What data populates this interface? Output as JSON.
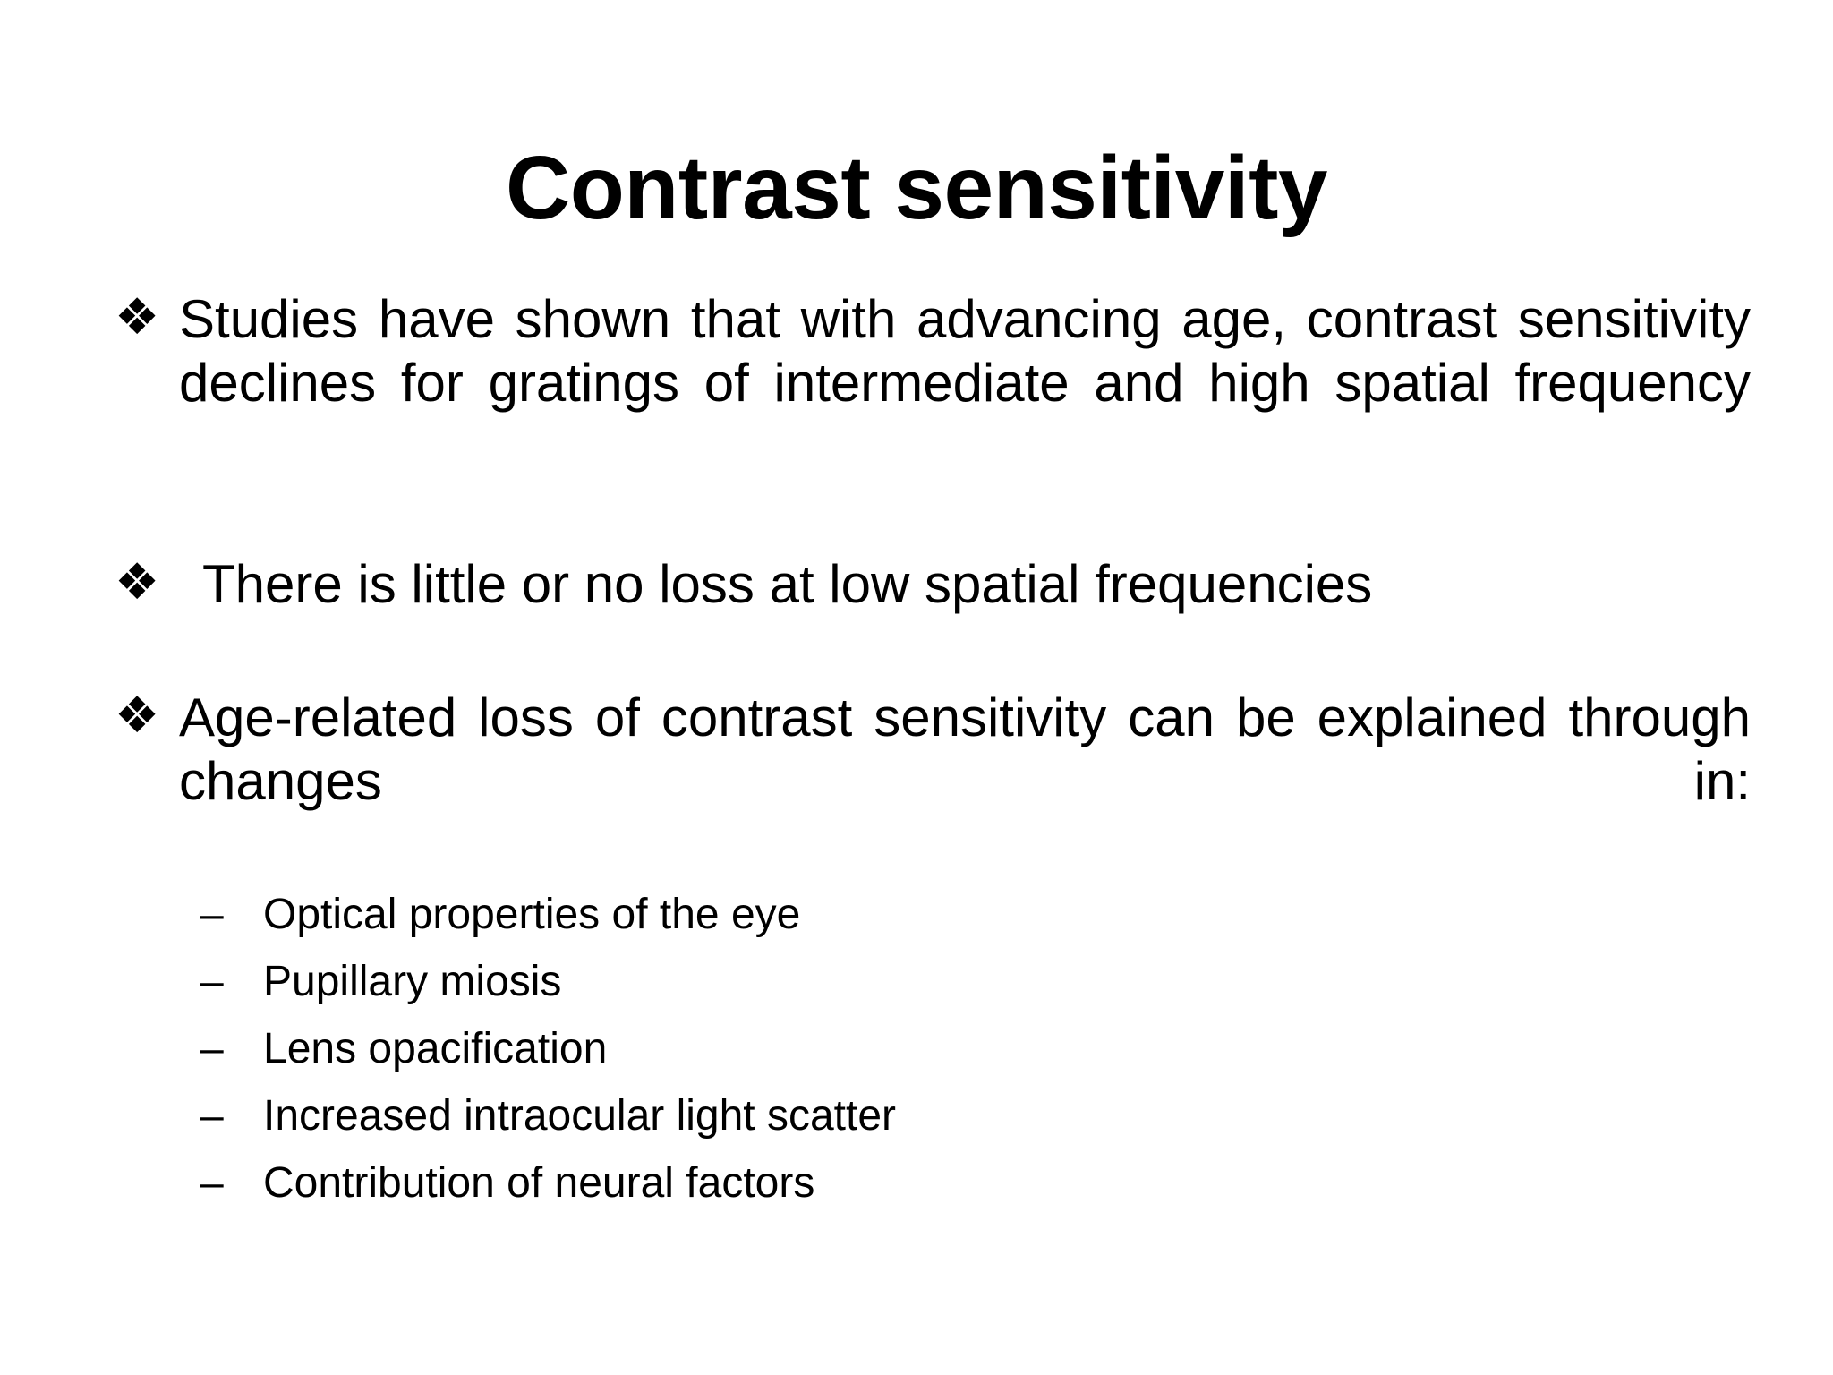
{
  "slide": {
    "background_color": "#ffffff",
    "text_color": "#000000",
    "title": "Contrast sensitivity"
  },
  "bullets": {
    "glyph": "❖",
    "dash_glyph": "–",
    "items": [
      {
        "id": "bullet-studies",
        "text": "Studies have shown that with advancing age, contrast sensitivity declines for gratings of intermediate and high spatial frequency"
      },
      {
        "id": "bullet-little-or-no-loss",
        "text": "There is little or no loss at low spatial frequencies"
      },
      {
        "id": "bullet-age-related-loss",
        "text": "Age-related loss of contrast sensitivity can be explained through changes in:"
      }
    ]
  },
  "sub_bullets": {
    "items": [
      {
        "id": "sub-optical-properties",
        "text": "Optical properties of the eye"
      },
      {
        "id": "sub-pupillary-miosis",
        "text": "Pupillary miosis"
      },
      {
        "id": "sub-lens-opacification",
        "text": "Lens opacification"
      },
      {
        "id": "sub-intraocular-light-scatter",
        "text": "Increased intraocular light scatter"
      },
      {
        "id": "sub-neural-factors",
        "text": "Contribution of neural factors"
      }
    ]
  }
}
